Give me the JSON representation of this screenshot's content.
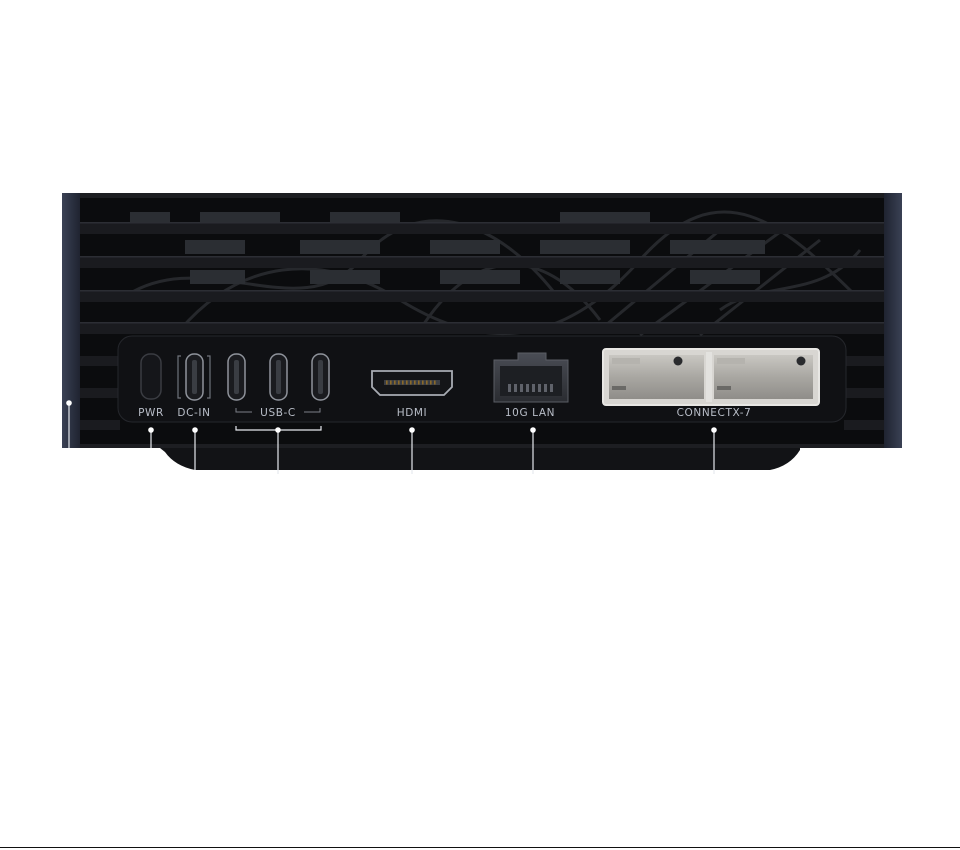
{
  "ports": {
    "pwr": "PWR",
    "dc_in": "DC-IN",
    "usb_c": "USB-C",
    "hdmi": "HDMI",
    "lan": "10G LAN",
    "connectx": "CONNECTX-7"
  },
  "colors": {
    "background": "#ffffff",
    "chassis": "#1b1c20",
    "grille": "#0c0d0f",
    "side_cap": "#2f3546",
    "port_panel": "#111215",
    "label": "#b9bec8",
    "callout": "#e6e8ee"
  },
  "icons": {
    "power_button": "power-button-icon",
    "usb_c": "usb-c-port-icon",
    "hdmi": "hdmi-port-icon",
    "ethernet": "ethernet-port-icon",
    "qsfp": "qsfp-cage-icon"
  }
}
